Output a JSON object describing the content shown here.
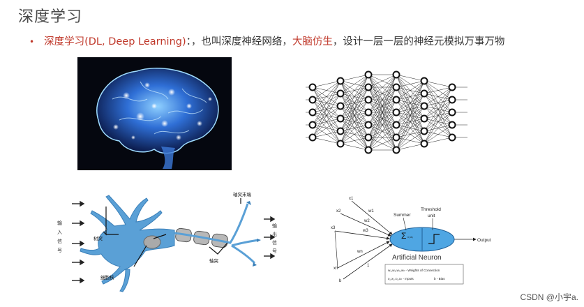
{
  "page": {
    "title": "深度学习",
    "bullet": {
      "part1": "深度学习(DL, Deep Learning)",
      "part2": "：，也叫深度神经网络，",
      "part3": "大脑仿生",
      "part4": "，设计一层一层的神经元模拟万事万物"
    }
  },
  "neuron_bio": {
    "input_label": [
      "输",
      "入",
      "信",
      "号"
    ],
    "output_label": [
      "输",
      "出",
      "信",
      "号"
    ],
    "axon_terminal": "轴突末端",
    "dendrite": "树突",
    "axon": "轴突",
    "nucleus": "细胞核"
  },
  "neuron_artificial": {
    "inputs": [
      "x1",
      "x2",
      "x3",
      "xn",
      "b"
    ],
    "weights": [
      "w1",
      "w2",
      "w3",
      "wn",
      "1"
    ],
    "summer": "Summer",
    "threshold": [
      "Threshold",
      "unit"
    ],
    "output": "Output",
    "title": "Artificial Neuron",
    "legend_weights": "w₁,w₂,w₃,wₙ - Weights of Connection",
    "legend_inputs": "x₁,x₂,x₃,xₙ - Inputs",
    "legend_bias": "b - Bias"
  },
  "network": {
    "layers": [
      5,
      6,
      7,
      7,
      6,
      5
    ]
  },
  "footer": "CSDN @小宇a."
}
